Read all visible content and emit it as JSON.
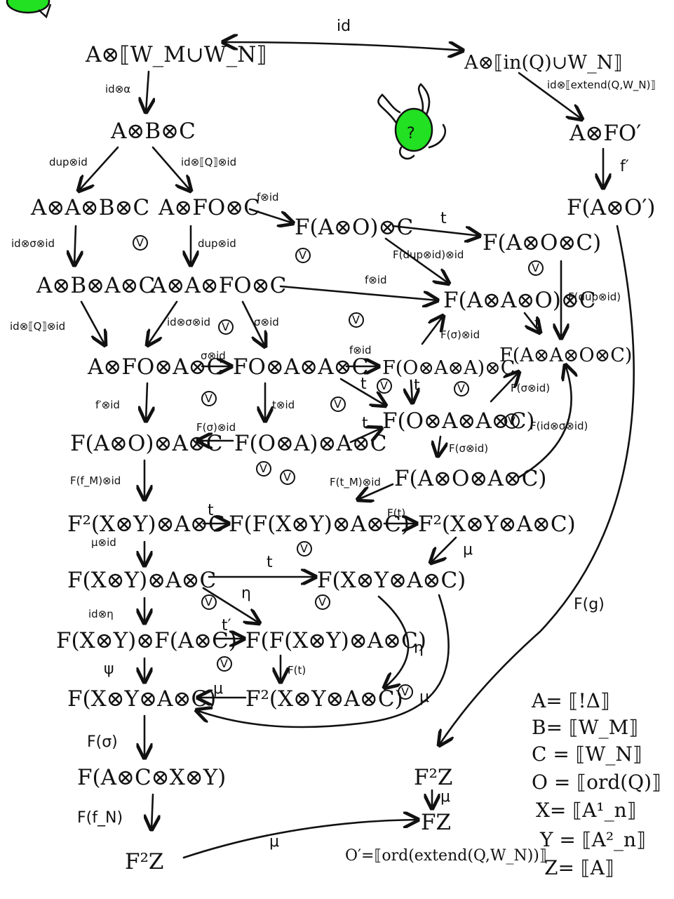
{
  "colors": {
    "ink": "#111111",
    "blob": "#22e022"
  },
  "icons": {
    "mascot": "question-mark-mascot-icon"
  },
  "nodes": {
    "n1": "A⊗⟦W_M∪W_N⟧",
    "n2": "A⊗⟦in(Q)∪W_N⟧",
    "n3": "A⊗B⊗C",
    "n4": "A⊗FO′",
    "n5": "A⊗A⊗B⊗C",
    "n6": "A⊗FO⊗C",
    "n7": "F(A⊗O′)",
    "n8": "F(A⊗O)⊗C",
    "n9": "F(A⊗O⊗C)",
    "n10": "A⊗B⊗A⊗C",
    "n11": "A⊗A⊗FO⊗C",
    "n12": "F(A⊗A⊗O)⊗C",
    "n13": "A⊗FO⊗A⊗C",
    "n14": "FO⊗A⊗A⊗C",
    "n15": "F(O⊗A⊗A)⊗C",
    "n16": "F(A⊗A⊗O⊗C)",
    "n17": "F(O⊗A⊗A⊗C)",
    "n18": "F(A⊗O)⊗A⊗C",
    "n19": "F(O⊗A)⊗A⊗C",
    "n20": "F(A⊗O⊗A⊗C)",
    "n21": "F²(X⊗Y)⊗A⊗C",
    "n22": "F(F(X⊗Y)⊗A⊗C)",
    "n23": "F²(X⊗Y⊗A⊗C)",
    "n24": "F(X⊗Y)⊗A⊗C",
    "n25": "F(X⊗Y⊗A⊗C)",
    "n26": "F(X⊗Y)⊗F(A⊗C)",
    "n27": "F(F(X⊗Y)⊗A⊗C)",
    "n28": "F(X⊗Y⊗A⊗C)",
    "n29": "F²(X⊗Y⊗A⊗C)",
    "n30": "F(A⊗C⊗X⊗Y)",
    "n31": "F²Z",
    "n32": "F²Z",
    "n33": "FZ",
    "n34": "O′=⟦ord(extend(Q,W_N))⟧"
  },
  "labels": {
    "l_id": "id",
    "l_idext": "id⊗⟦extend(Q,W_N)⟧",
    "l_idabc": "id⊗α",
    "l_dupid": "dup⊗id",
    "l_idQid": "id⊗⟦Q⟧⊗id",
    "l_fprime": "f′",
    "l_fid": "f⊗id",
    "l_t": "t",
    "l_idsid": "id⊗σ⊗id",
    "l_dupid2": "dup⊗id",
    "l_Fdupidid": "F(dup⊗id)⊗id",
    "l_fid2": "f⊗id",
    "l_Fdupid": "F(dup⊗id)",
    "l_idQid2": "id⊗⟦Q⟧⊗id",
    "l_idssid": "id⊗σ⊗id",
    "l_sid": "σ⊗id",
    "l_Fsid": "F(σ)⊗id",
    "l_t2": "t",
    "l_sid2": "σ⊗id",
    "l_fid3": "f⊗id",
    "l_tt": "t",
    "l_tt2": "t",
    "l_Fsidb": "F(σ⊗id)",
    "l_fprimeid": "f′⊗id",
    "l_tidd": "t⊗id",
    "l_Fsid2": "F(σ)⊗id",
    "l_t3": "t",
    "l_Fidsid": "F(id⊗σ⊗id)",
    "l_Fsid3": "F(σ⊗id)",
    "l_Ffmid": "F(f_M)⊗id",
    "l_Ftmid": "F(t_M)⊗id",
    "l_t4": "t",
    "l_Ft": "F(t)",
    "l_mu1": "μ",
    "l_muid": "μ⊗id",
    "l_t5": "t",
    "l_eta1": "η",
    "l_ideta": "id⊗η",
    "l_tprime": "t′",
    "l_eta2": "η",
    "l_psi": "ψ",
    "l_Ft2": "F(t)",
    "l_mu2": "μ",
    "l_mu3": "μ",
    "l_Fg": "F(g)",
    "l_Fsigma": "F(σ)",
    "l_FtN": "F(f_N)",
    "l_mu4": "μ",
    "l_mu5": "μ"
  },
  "comm_markers": {
    "v": "V"
  },
  "definitions": [
    "A= ⟦!Δ⟧",
    "B= ⟦W_M⟧",
    "C = ⟦W_N⟧",
    "O = ⟦ord(Q)⟧",
    "X= ⟦A¹_n⟧",
    "Y = ⟦A²_n⟧",
    "Z= ⟦A⟧"
  ],
  "mascot_glyph": "?"
}
